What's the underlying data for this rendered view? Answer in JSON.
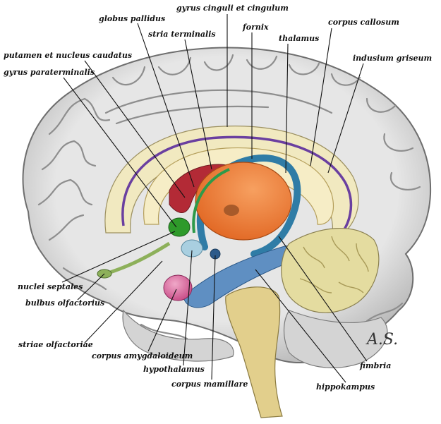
{
  "labels": {
    "gyrus_cinguli": "gyrus cinguli et cingulum",
    "globus_pallidus": "globus pallidus",
    "stria_terminalis": "stria terminalis",
    "fornix": "fornix",
    "thalamus": "thalamus",
    "corpus_callosum": "corpus callosum",
    "indusium_griseum": "indusium griseum",
    "putamen": "putamen et nucleus caudatus",
    "gyrus_paraterminalis": "gyrus paraterminalis",
    "nuclei_septales": "nuclei septales",
    "bulbus_olfactorius": "bulbus olfactorius",
    "striae_olfactoriae": "striae olfactoriae",
    "corpus_amygdaloideum": "corpus amygdaloideum",
    "hypothalamus": "hypothalamus",
    "corpus_mamillare": "corpus mamillare",
    "hippokampus": "hippokampus",
    "fimbria": "fimbria"
  },
  "signature": "A.S.",
  "colors": {
    "cortex": "#dcdcdc",
    "cortex_shadow": "#8c8c8c",
    "corpus_callosum": "#f0e6b8",
    "thalamus": "#ee7a30",
    "fornix": "#2f7ca6",
    "hippocampus": "#5f8fc2",
    "globus_pallidus": "#a8242f",
    "septal": "#2e9a2a",
    "amygdala": "#d8609a",
    "hypothalamus": "#a9cfe0",
    "cerebellum": "#e4dca0",
    "brainstem": "#e2cf8c",
    "cingulum": "#6a3fa0"
  }
}
